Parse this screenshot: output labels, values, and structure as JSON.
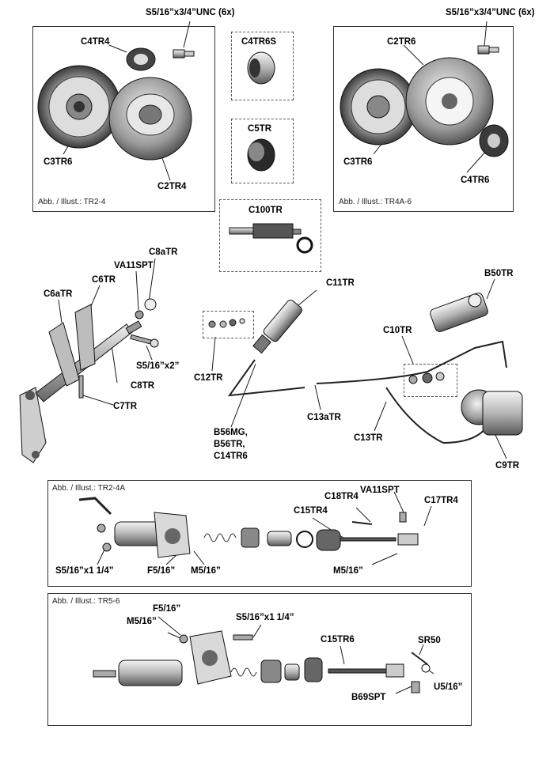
{
  "panels": {
    "tr2_4": {
      "caption": "Abb. / Illust.: TR2-4"
    },
    "tr4a_6": {
      "caption": "Abb. / Illust.: TR4A-6"
    },
    "tr2_4a": {
      "caption": "Abb. / Illust.: TR2-4A"
    },
    "tr5_6": {
      "caption": "Abb. / Illust.: TR5-6"
    }
  },
  "labels": {
    "s5_top_left": "S5/16”x3/4”UNC (6x)",
    "s5_top_right": "S5/16”x3/4”UNC (6x)",
    "c4tr4": "C4TR4",
    "c3tr6_left": "C3TR6",
    "c2tr4": "C2TR4",
    "c4tr6s": "C4TR6S",
    "c5tr": "C5TR",
    "c100tr": "C100TR",
    "c2tr6": "C2TR6",
    "c3tr6_right": "C3TR6",
    "c4tr6": "C4TR6",
    "c8atr": "C8aTR",
    "va11spt_mid": "VA11SPT",
    "c6tr": "C6TR",
    "c6atr": "C6aTR",
    "s5_x2": "S5/16”x2”",
    "c8tr": "C8TR",
    "c7tr": "C7TR",
    "c11tr": "C11TR",
    "b50tr": "B50TR",
    "c10tr": "C10TR",
    "c12tr": "C12TR",
    "c13atr": "C13aTR",
    "b56": [
      "B56MG,",
      "B56TR,",
      "C14TR6"
    ],
    "c13tr": "C13TR",
    "c9tr": "C9TR",
    "c18tr4": "C18TR4",
    "va11spt_low": "VA11SPT",
    "c15tr4": "C15TR4",
    "c17tr4": "C17TR4",
    "s5_114_a": "S5/16”x1 1/4”",
    "f5_a": "F5/16”",
    "m5_a": "M5/16”",
    "m5_b": "M5/16”",
    "f5_b": "F5/16”",
    "m5_c": "M5/16”",
    "s5_114_b": "S5/16”x1 1/4”",
    "c15tr6": "C15TR6",
    "sr50": "SR50",
    "u5": "U5/16”",
    "b69spt": "B69SPT"
  },
  "colors": {
    "ink": "#1a1a1a",
    "metal_light": "#d9d9d9",
    "metal_mid": "#a6a6a6",
    "metal_dark": "#555555",
    "frame": "#333333"
  }
}
